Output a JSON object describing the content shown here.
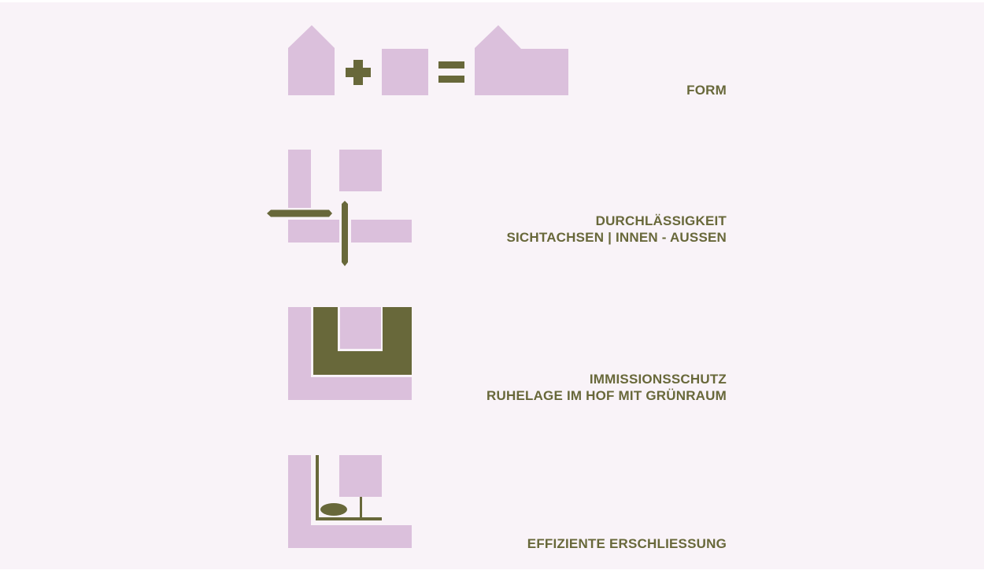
{
  "colors": {
    "background": "#f9f3f8",
    "pink": "#dbc0dc",
    "olive": "#68683a"
  },
  "rows": [
    {
      "lines": [
        "FORM"
      ]
    },
    {
      "lines": [
        "DURCHLÄSSIGKEIT",
        "SICHTACHSEN | INNEN - AUSSEN"
      ]
    },
    {
      "lines": [
        "IMMISSIONSSCHUTZ",
        "RUHELAGE IM HOF MIT GRÜNRAUM"
      ]
    },
    {
      "lines": [
        "EFFIZIENTE ERSCHLIESSUNG"
      ]
    }
  ]
}
